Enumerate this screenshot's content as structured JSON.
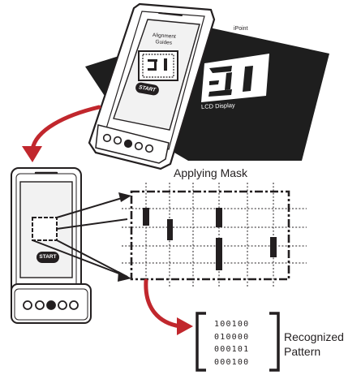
{
  "labels": {
    "alignment_guides": "Alignment\nGuides",
    "ipoint": "iPoint",
    "lcd_display": "LCD Display",
    "applying_mask": "Applying Mask",
    "recognized_pattern": "Recognized\nPattern"
  },
  "buttons": {
    "start_top": "START",
    "start_left": "START"
  },
  "display_glyph": "Z-I",
  "recognized_matrix": [
    "100100",
    "010000",
    "000101",
    "000100"
  ],
  "colors": {
    "ink": "#231f20",
    "arrow": "#c1272d",
    "display_panel": "#1e1e1e",
    "screen_fill": "#f2f2f2"
  }
}
